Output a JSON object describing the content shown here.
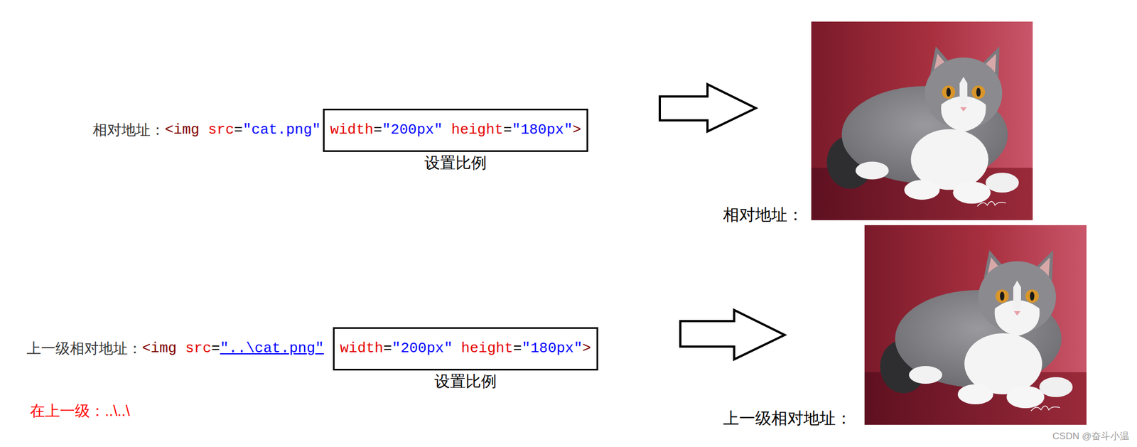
{
  "diagram": {
    "nodes": [
      {
        "text": [
          "width",
          "=",
          "\"200px\"",
          "height",
          "=",
          "\"180px\"",
          ">",
          "设置比例"
        ]
      },
      {
        "text": [
          "width",
          "=",
          "\"200px\"",
          "height",
          "=",
          "\"180px\"",
          ">",
          "设置比例"
        ]
      }
    ],
    "labels": [
      "相对地址：",
      "<img",
      "src",
      "=",
      "\"cat.png\"",
      "上一级相对地址：",
      "<img",
      "src",
      "=",
      "\"..\\cat.png\"",
      "在上一级：..\\..\\",
      "相对地址：",
      "上一级相对地址：",
      "CSDN @奋斗小温"
    ]
  }
}
